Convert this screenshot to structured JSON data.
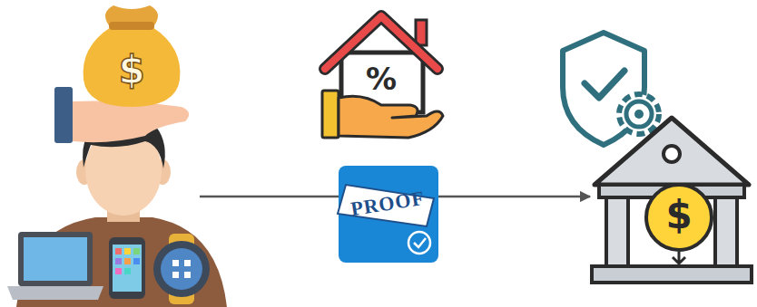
{
  "diagram": {
    "nodes": [
      {
        "text": [
          "$"
        ]
      },
      {
        "text": [
          "PROOF"
        ]
      },
      {
        "text": [
          "$"
        ]
      }
    ],
    "edges": [
      {
        "from": 0,
        "to": 1,
        "arrow": "none"
      },
      {
        "from": 1,
        "to": 2,
        "arrow": "to"
      }
    ],
    "labels": [
      "%"
    ]
  }
}
